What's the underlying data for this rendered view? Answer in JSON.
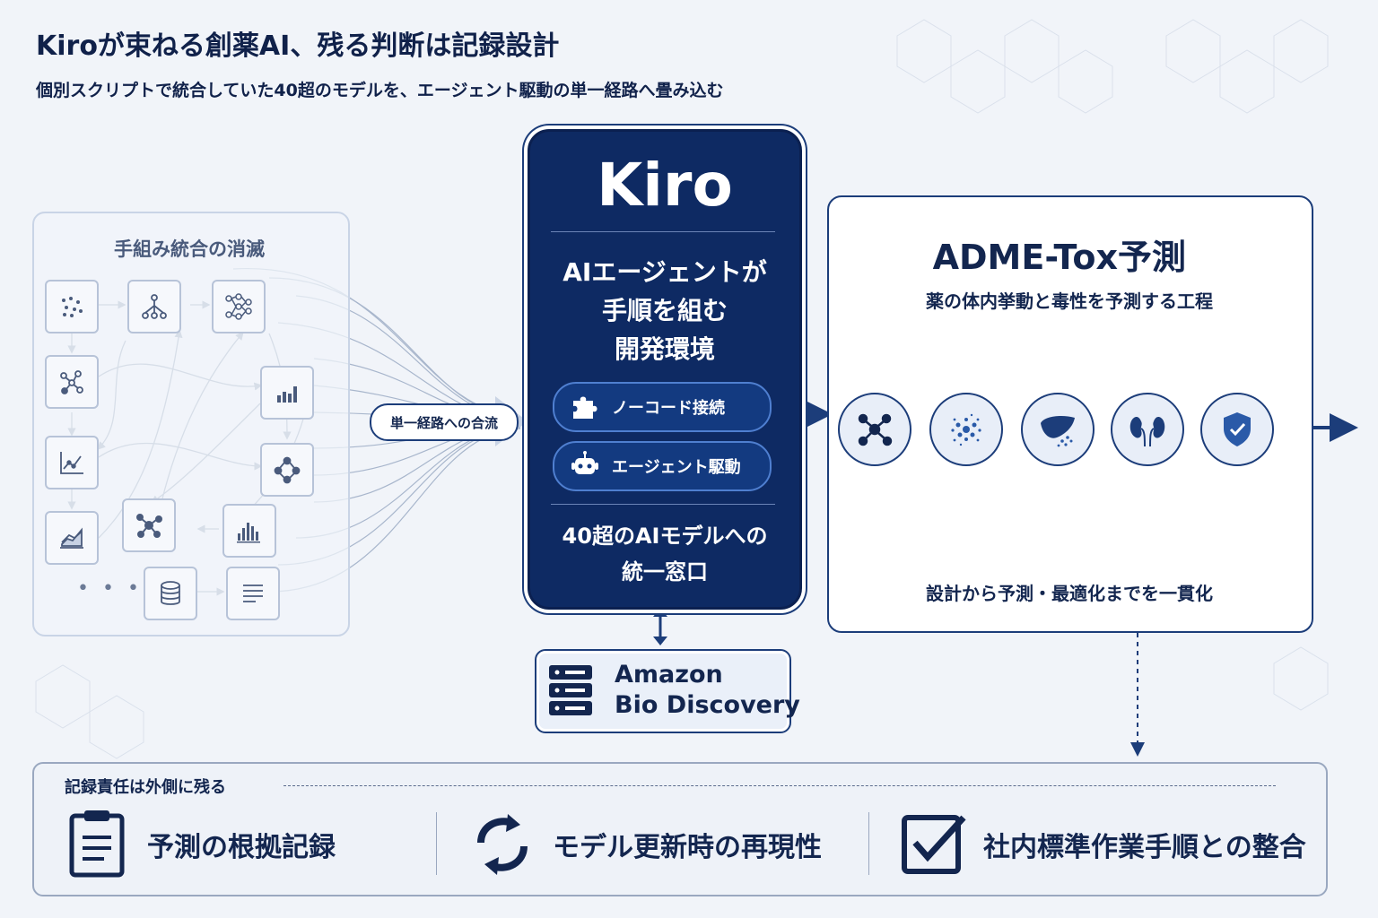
{
  "header": {
    "title": "Kiroが束ねる創薬AI、残る判断は記録設計",
    "subtitle": "個別スクリプトで統合していた40超のモデルを、エージェント駆動の単一経路へ畳み込む"
  },
  "left_panel": {
    "title": "手組み統合の消滅",
    "more": "• • •"
  },
  "merge_label": "単一経路への合流",
  "kiro": {
    "title": "Kiro",
    "description": [
      "AIエージェントが",
      "手順を組む",
      "開発環境"
    ],
    "buttons": [
      {
        "label": "ノーコード接続",
        "icon": "puzzle-icon"
      },
      {
        "label": "エージェント駆動",
        "icon": "robot-icon"
      }
    ],
    "bottom": [
      "40超のAIモデルへの",
      "統一窓口"
    ]
  },
  "amazon": {
    "line1": "Amazon",
    "line2": "Bio Discovery"
  },
  "adme": {
    "title": "ADME-Tox予測",
    "subtitle": "薬の体内挙動と毒性を予測する工程",
    "footer": "設計から予測・最適化までを一貫化",
    "steps": [
      "molecule-icon",
      "particles-icon",
      "liver-icon",
      "kidney-icon",
      "shield-check-icon"
    ]
  },
  "bottom_bar": {
    "title": "記録責任は外側に残る",
    "items": [
      {
        "label": "予測の根拠記録",
        "icon": "clipboard-icon"
      },
      {
        "label": "モデル更新時の再現性",
        "icon": "refresh-icon"
      },
      {
        "label": "社内標準作業手順との整合",
        "icon": "checkbox-icon"
      }
    ]
  },
  "colors": {
    "navy": "#0e2a63",
    "accent": "#1c3d7a",
    "background": "#f1f4f9"
  }
}
